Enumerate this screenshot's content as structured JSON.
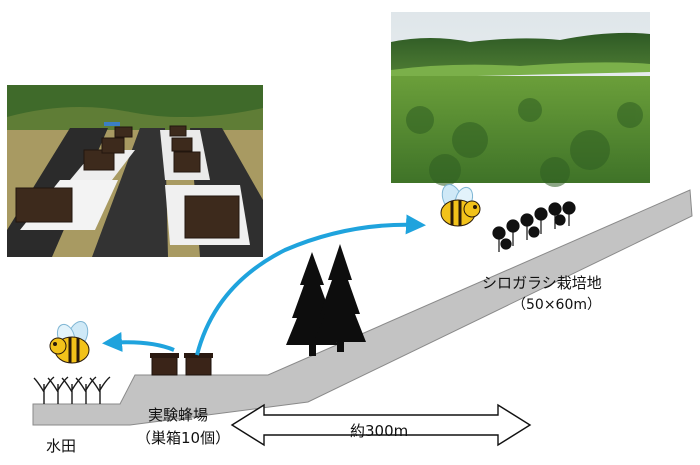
{
  "labels": {
    "paddy": "水田",
    "apiary": "実験蜂場",
    "apiary_sub": "（巣箱10個）",
    "field": "シロガラシ栽培地",
    "field_sub": "（50×60m）",
    "distance": "約300m"
  },
  "colors": {
    "ground": "#c3c3c3",
    "ground_edge": "#8a8a8a",
    "arrow_flight": "#1fa3dd",
    "tree": "#0d0d0d",
    "hive": "#3a2418",
    "bee_body": "#f2c21a",
    "bee_stripe": "#2a1a0a",
    "bee_wing": "#cfe9f7"
  },
  "photos": {
    "apiary_photo": "apiary-photo",
    "field_photo": "mustard-field-photo"
  },
  "icons": [
    "bee-icon",
    "tree-icon",
    "hive-icon",
    "rice-plant-icon",
    "mustard-plant-icon"
  ]
}
